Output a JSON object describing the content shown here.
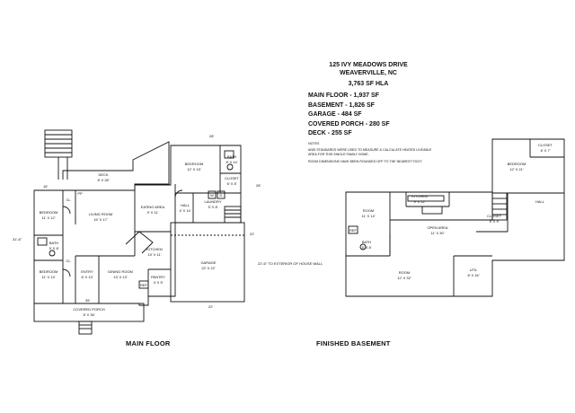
{
  "header": {
    "address_line1": "125 IVY MEADOWS DRIVE",
    "address_line2": "WEAVERVILLE, NC",
    "total_area": "3,763 SF HLA"
  },
  "areas": [
    "MAIN FLOOR - 1,937 SF",
    "BASEMENT - 1,826 SF",
    "GARAGE - 484 SF",
    "COVERED PORCH - 280 SF",
    "DECK - 255 SF"
  ],
  "notes": {
    "title": "NOTES",
    "line1": "ANSI STANDARDS WERE USED TO MEASURE & CALCULATE HEATED LIVEABLE",
    "line2": "AREA FOR THIS SINGLE FAMILY HOME.",
    "line3": "ROOM DIMENSIONS HAVE BEEN ROUNDED OFF TO THE NEAREST FOOT."
  },
  "captions": {
    "main_floor": "MAIN FLOOR",
    "basement": "FINISHED BASEMENT"
  },
  "main_rooms": {
    "deck_name": "DECK",
    "deck_dim": "8' X 28'",
    "bed1_name": "BEDROOM",
    "bed1_dim": "12' X 15'",
    "bath1_name": "BATH",
    "bath1_dim": "8' X 14'",
    "closet1_name": "CLOSET",
    "closet1_dim": "6' X 8'",
    "bed2_name": "BEDROOM",
    "bed2_dim": "11' X 12'",
    "living_name": "LIVING ROOM",
    "living_dim": "15' X 17'",
    "eating_name": "EATING AREA",
    "eating_dim": "9' X 11'",
    "hall_name": "HALL",
    "hall_dim": "4' X 14'",
    "laundry_name": "LAUNDRY",
    "laundry_dim": "5' X 8'",
    "kitchen_name": "KITCHEN",
    "kitchen_dim": "10' X 11'",
    "garage_name": "GARAGE",
    "garage_dim": "22' X 22'",
    "bath2_name": "BATH",
    "bath2_dim": "5' X 8'",
    "bed3_name": "BEDROOM",
    "bed3_dim": "11' X 13'",
    "entry_name": "ENTRY",
    "entry_dim": "6' X 13'",
    "dining_name": "DINING ROOM",
    "dining_dim": "13' X 13'",
    "pantry_name": "PANTRY",
    "pantry_dim": "4' X 5'",
    "porch_name": "COVERED PORCH",
    "porch_dim": "8' X 35'",
    "ref_label": "REF",
    "cl_label": "CL",
    "pp_label": "PP",
    "w_label": "W",
    "d_label": "D",
    "garage_ext_note": "22'-6\" TO EXTERIOR OF HOUSE WALL"
  },
  "main_dims": {
    "top": "28'",
    "left_side": "31'-6\"",
    "left_top": "16'",
    "deck_right": "28'",
    "bottom_left": "35'",
    "bottom_right": "22'",
    "garage_right": "22'"
  },
  "base_rooms": {
    "closet_name": "CLOSET",
    "closet_dim": "6' X 7'",
    "bedroom_name": "BEDROOM",
    "bedroom_dim": "12' X 21'",
    "kitchen_name": "KITCHEN",
    "kitchen_dim": "9' X 12'",
    "room1_name": "ROOM",
    "room1_dim": "11' X 14'",
    "hall_name": "HALL",
    "closet2_name": "CLOSET",
    "closet2_dim": "5' X 9'",
    "bath_name": "BATH",
    "bath_dim": "5' X 8'",
    "open_name": "OPEN AREA",
    "open_dim": "11' X 30'",
    "room2_name": "ROOM",
    "room2_dim": "12' X 32'",
    "util_name": "UTIL",
    "util_dim": "8' X 16'",
    "ref_label": "REF"
  }
}
